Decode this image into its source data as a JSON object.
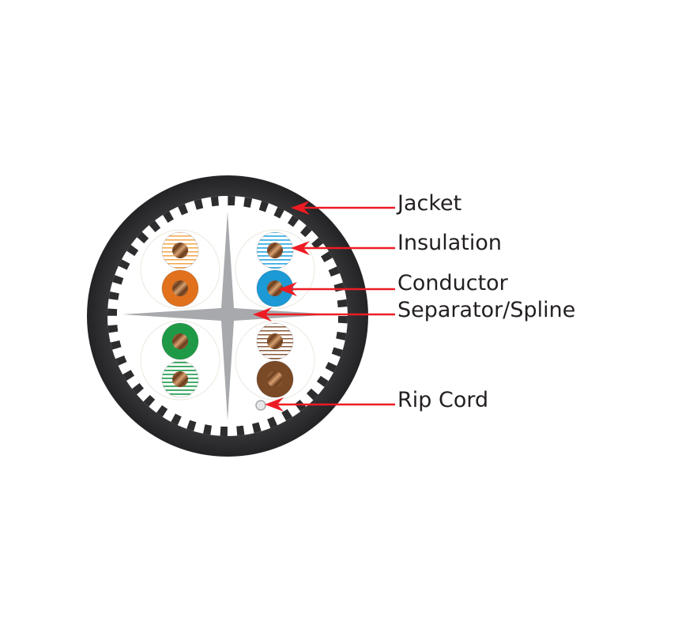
{
  "labels": {
    "jacket": "Jacket",
    "insulation": "Insulation",
    "conductor": "Conductor",
    "spline": "Separator/Spline",
    "rip_cord": "Rip Cord"
  },
  "colors": {
    "jacket": "#2d2c2e",
    "spline": "#a7a9ac",
    "arrow": "#ed1c24",
    "copper": "#a0643c",
    "orange": "#e2711d",
    "blue": "#1b9ad6",
    "green": "#1e9a47",
    "brown": "#7a4a26"
  },
  "pairs": [
    {
      "name": "orange",
      "solid": "#e2711d"
    },
    {
      "name": "blue",
      "solid": "#1b9ad6"
    },
    {
      "name": "green",
      "solid": "#1e9a47"
    },
    {
      "name": "brown",
      "solid": "#7a4a26"
    }
  ]
}
